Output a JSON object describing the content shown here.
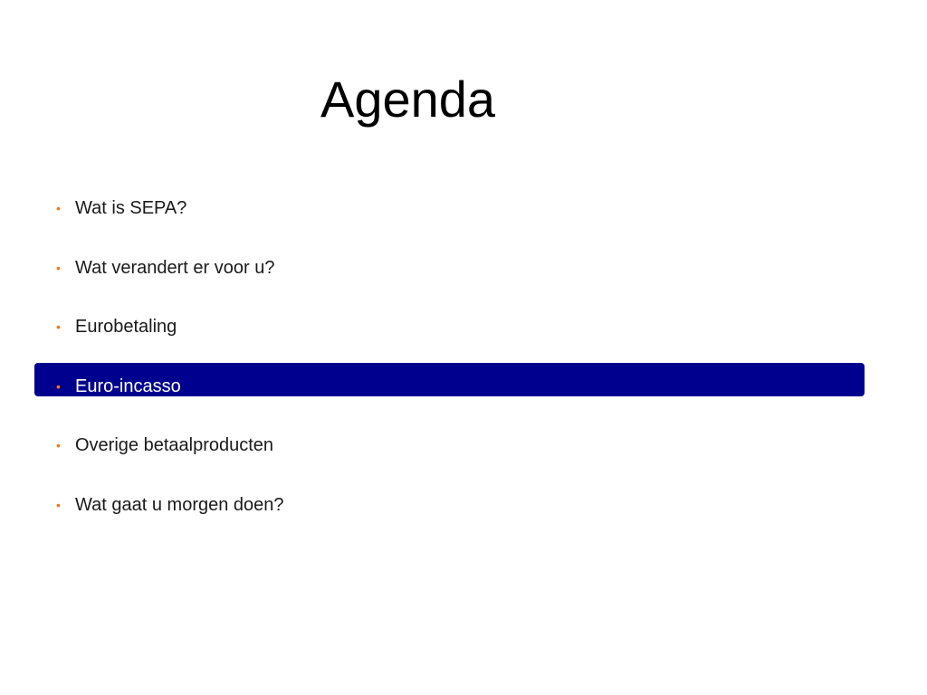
{
  "slide": {
    "title": "Agenda",
    "items": [
      {
        "bullet": "•",
        "label": "Wat is SEPA?"
      },
      {
        "bullet": "•",
        "label": "Wat verandert er voor u?"
      },
      {
        "bullet": "•",
        "label": "Eurobetaling"
      },
      {
        "bullet": "•",
        "label": "Euro-incasso",
        "active": true
      },
      {
        "bullet": "•",
        "label": "Overige betaalproducten"
      },
      {
        "bullet": "•",
        "label": "Wat gaat u morgen doen?"
      }
    ],
    "colors": {
      "bullet": "#f07a20",
      "highlight": "#00008f",
      "text": "#1a1a1a",
      "active_text": "#ffffff"
    }
  }
}
